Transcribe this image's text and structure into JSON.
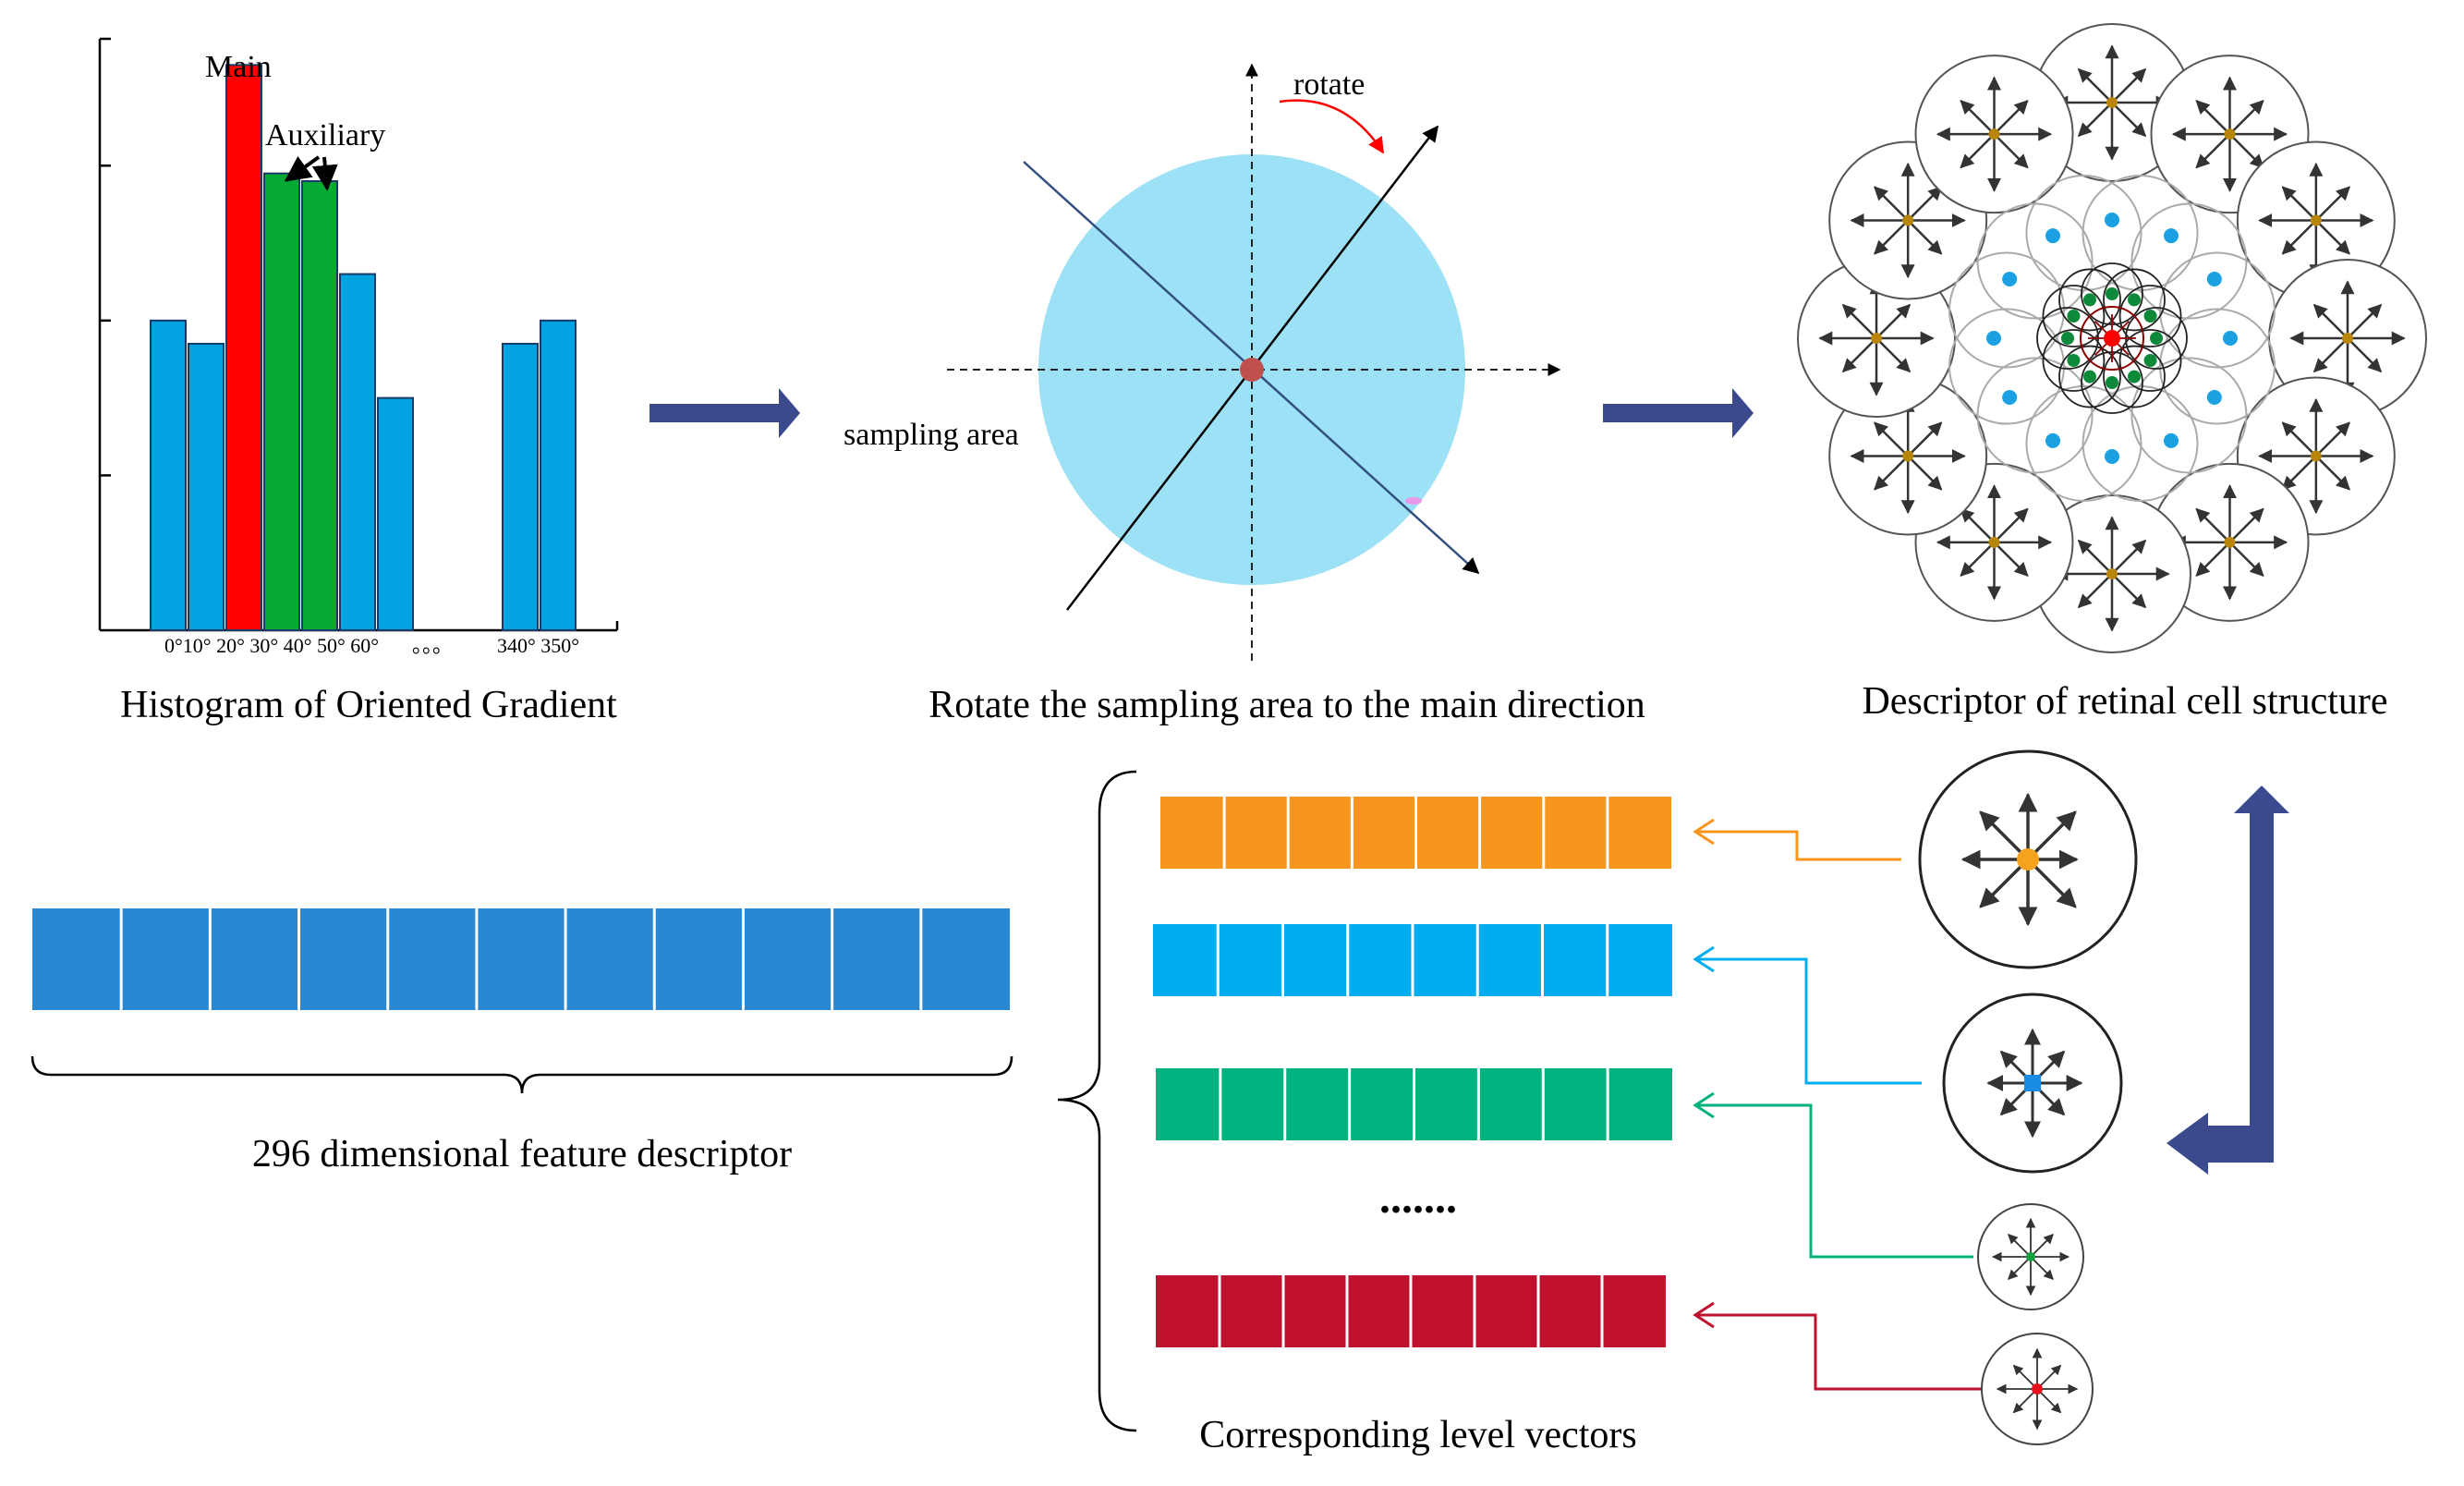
{
  "colors": {
    "blue_bar": "#00a2e0",
    "red": "#ff0000",
    "green": "#07a935",
    "sample_area": "#9de1f6",
    "big_arrow": "#3b4a8c",
    "descriptor_bar": "#2986d0",
    "level_orange": "#f7951e",
    "level_blue": "#00aeef",
    "level_green": "#00b27e",
    "level_red": "#c0112e",
    "center_orange": "#f5a21e",
    "center_blue": "#1b8ce3",
    "center_green": "#13a043",
    "center_red": "#e8111e"
  },
  "histogram": {
    "chart_data": {
      "type": "bar",
      "categories": [
        "0°",
        "10°",
        "20°",
        "30°",
        "40°",
        "50°",
        "60°",
        "340°",
        "350°"
      ],
      "values": [
        2.0,
        1.85,
        3.65,
        2.95,
        2.9,
        2.3,
        1.5,
        1.85,
        2.0
      ],
      "ylim": [
        0,
        3.8
      ],
      "ticks": [
        1,
        2,
        3
      ],
      "bar_roles": [
        "normal",
        "normal",
        "main",
        "aux",
        "aux",
        "normal",
        "normal",
        "normal",
        "normal"
      ],
      "title": "Histogram of Oriented Gradient",
      "main_label": "Main",
      "aux_label": "Auxiliary",
      "ellipsis": "。。。",
      "tick_labels_left": "0°10° 20° 30° 40° 50° 60°",
      "tick_labels_right": "340° 350°"
    }
  },
  "rotation": {
    "rotate_label": "rotate",
    "sampling_label": "sampling area",
    "caption": "Rotate the sampling area to the main direction"
  },
  "retinal": {
    "caption": "Descriptor of retinal cell structure"
  },
  "feature": {
    "cells": 11,
    "caption": "296 dimensional feature descriptor"
  },
  "levels": {
    "cells": 8,
    "rows": [
      "orange",
      "blue",
      "green",
      "red"
    ],
    "ellipsis": ".......",
    "caption": "Corresponding level vectors"
  }
}
